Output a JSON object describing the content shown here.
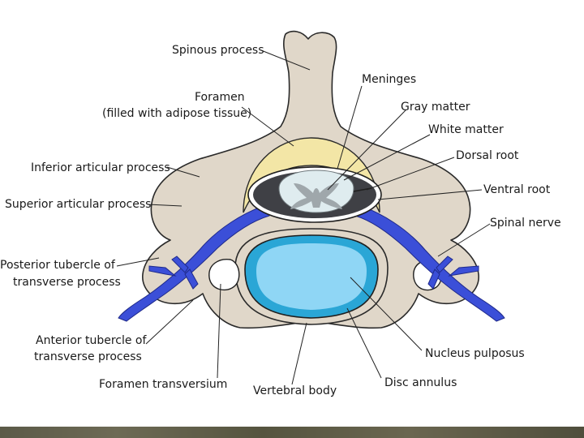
{
  "labels": {
    "spinous_process": "Spinous process",
    "meninges": "Meninges",
    "foramen_line1": "Foramen",
    "foramen_line2": "(filled with adipose tissue)",
    "gray_matter": "Gray matter",
    "white_matter": "White matter",
    "dorsal_root": "Dorsal root",
    "inferior_articular_process": "Inferior articular process",
    "ventral_root": "Ventral root",
    "superior_articular_process": "Superior articular process",
    "spinal_nerve": "Spinal nerve",
    "posterior_tubercle_line1": "Posterior tubercle of",
    "posterior_tubercle_line2": "transverse process",
    "anterior_tubercle_line1": "Anterior tubercle of",
    "anterior_tubercle_line2": "transverse process",
    "nucleus_pulposus": "Nucleus pulposus",
    "disc_annulus": "Disc annulus",
    "foramen_transversium": "Foramen transversium",
    "vertebral_body": "Vertebral body"
  },
  "colors": {
    "bone": "#e0d7c9",
    "adipose": "#f3e6a6",
    "nerve": "#3b4fd8",
    "cord_gray": "#9fa7ab",
    "cord_white": "#dfecef",
    "disc_annulus": "#2aa6d6",
    "nucleus": "#8fd6f5",
    "dark_canal": "#3f4045",
    "footer": "#5f5d49"
  }
}
